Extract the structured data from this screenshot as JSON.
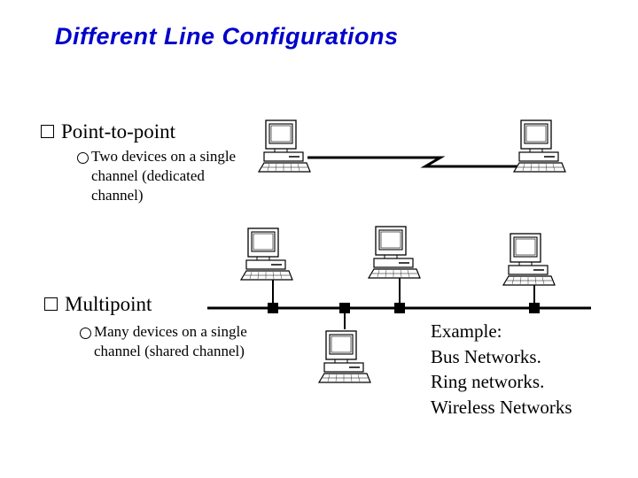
{
  "title": "Different Line Configurations",
  "point_to_point": {
    "label": "Point-to-point",
    "description_line1": "Two devices on a single",
    "description_line2": "channel (dedicated",
    "description_line3": "channel)"
  },
  "multipoint": {
    "label": "Multipoint",
    "description_line1": "Many devices on a single",
    "description_line2": "channel (shared channel)"
  },
  "example": {
    "heading": "Example:",
    "items": [
      "Bus Networks.",
      "Ring networks.",
      "Wireless Networks"
    ]
  },
  "colors": {
    "title": "#0000cc",
    "lines": "#000000"
  },
  "icons": [
    "computer-icon",
    "square-bullet-icon",
    "circle-bullet-icon"
  ]
}
